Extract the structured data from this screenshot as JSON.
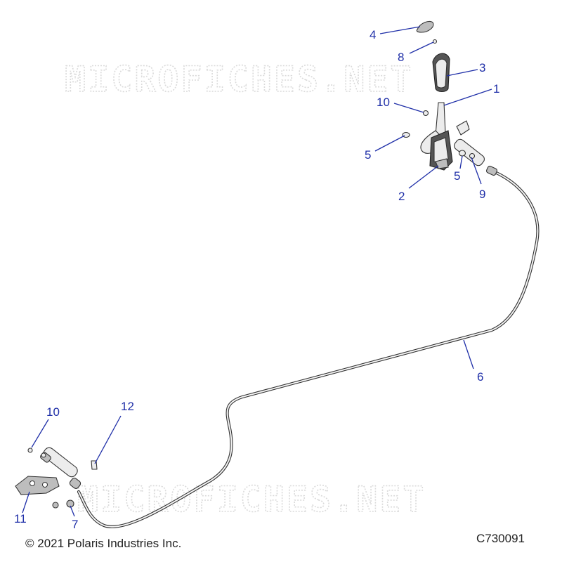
{
  "watermark": "MICROFICHES.NET",
  "copyright": "© 2021 Polaris Industries Inc.",
  "figure_id": "C730091",
  "callouts": {
    "c4": "4",
    "c8": "8",
    "c3": "3",
    "c1": "1",
    "c10_top": "10",
    "c5_left": "5",
    "c5_right": "5",
    "c2": "2",
    "c9": "9",
    "c6": "6",
    "c10_bottom": "10",
    "c12": "12",
    "c11": "11",
    "c7": "7"
  },
  "colors": {
    "callout": "#1f2fa8",
    "line_art": "#333333",
    "watermark": "#dadada"
  }
}
